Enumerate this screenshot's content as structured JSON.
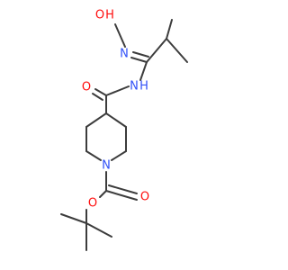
{
  "molecule": {
    "labels": {
      "hydroxyl_o": "O",
      "hydroxyl_h": "H",
      "oxime_n": "N",
      "amide_n": "N",
      "amide_h": "H",
      "amide_o": "O",
      "ring_n": "N",
      "carbamate_o_carbonyl": "O",
      "carbamate_o_ester": "O"
    },
    "colors": {
      "bond": "#3c3c3c",
      "oxygen": "#ff0d0d",
      "nitrogen": "#3050f8",
      "hydrogen_on_o": "#ff0d0d",
      "hydrogen_on_n": "#3050f8"
    }
  }
}
